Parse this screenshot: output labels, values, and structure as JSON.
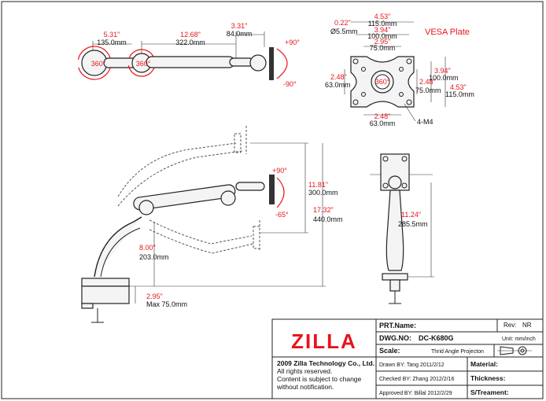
{
  "top_view": {
    "dim1": {
      "inch": "5.31\"",
      "mm": "135.0mm"
    },
    "dim2": {
      "inch": "12.68\"",
      "mm": "322.0mm"
    },
    "dim3": {
      "inch": "3.31\"",
      "mm": "84.0mm"
    },
    "rot1": "360°",
    "rot2": "360°",
    "tilt_up": "+90°",
    "tilt_down": "-90°"
  },
  "vesa": {
    "title": "VESA Plate",
    "hole_inch": "0.22\"",
    "hole_mm": "Ø5.5mm",
    "top1": {
      "inch": "4.53\"",
      "mm": "115.0mm"
    },
    "top2": {
      "inch": "3.94\"",
      "mm": "100.0mm"
    },
    "top3": {
      "inch": "2.95\"",
      "mm": "75.0mm"
    },
    "left": {
      "inch": "2.48\"",
      "mm": "63.0mm"
    },
    "rot": "360°",
    "r1": {
      "inch": "2.48\"",
      "mm": "75.0mm"
    },
    "r2": {
      "inch": "3.94\"",
      "mm": "100.0mm"
    },
    "r3": {
      "inch": "4.53\"",
      "mm": "115.0mm"
    },
    "bottom": {
      "inch": "2.48\"",
      "mm": "63.0mm"
    },
    "screw": "4-M4"
  },
  "side_view": {
    "tilt_up": "+90°",
    "tilt_down": "-65°",
    "d_arm": {
      "inch": "11.81\"",
      "mm": "300.0mm"
    },
    "d_total": {
      "inch": "17.32\"",
      "mm": "440.0mm"
    },
    "d_low": {
      "inch": "8.00\"",
      "mm": "203.0mm"
    },
    "d_clamp": {
      "inch": "2.95\"",
      "mm": "Max 75.0mm"
    }
  },
  "front_view": {
    "d_height": {
      "inch": "11.24\"",
      "mm": "285.5mm"
    }
  },
  "title_block": {
    "logo": "ZILLA",
    "company": "2009 Zilla Technology Co., Ltd.",
    "line2": "All rights reserved.",
    "line3": "Content is subject to change",
    "line4": "without notification.",
    "prt_name": "PRT.Name:",
    "rev_label": "Rev:",
    "rev_value": "NR",
    "dwg_label": "DWG.NO:",
    "dwg_value": "DC-K680G",
    "unit": "Unit: mm/inch",
    "scale": "Scale:",
    "projection": "Thrid Angle Projecton",
    "drawn": "Drawn BY:  Tang  2011/2/12",
    "checked": "Checked BY:  Zhang  2012/2/16",
    "approved": "Approved BY:  Billal  2012/2/29",
    "material": "Material:",
    "thickness": "Thickness:",
    "treatment": "S/Treament:"
  }
}
